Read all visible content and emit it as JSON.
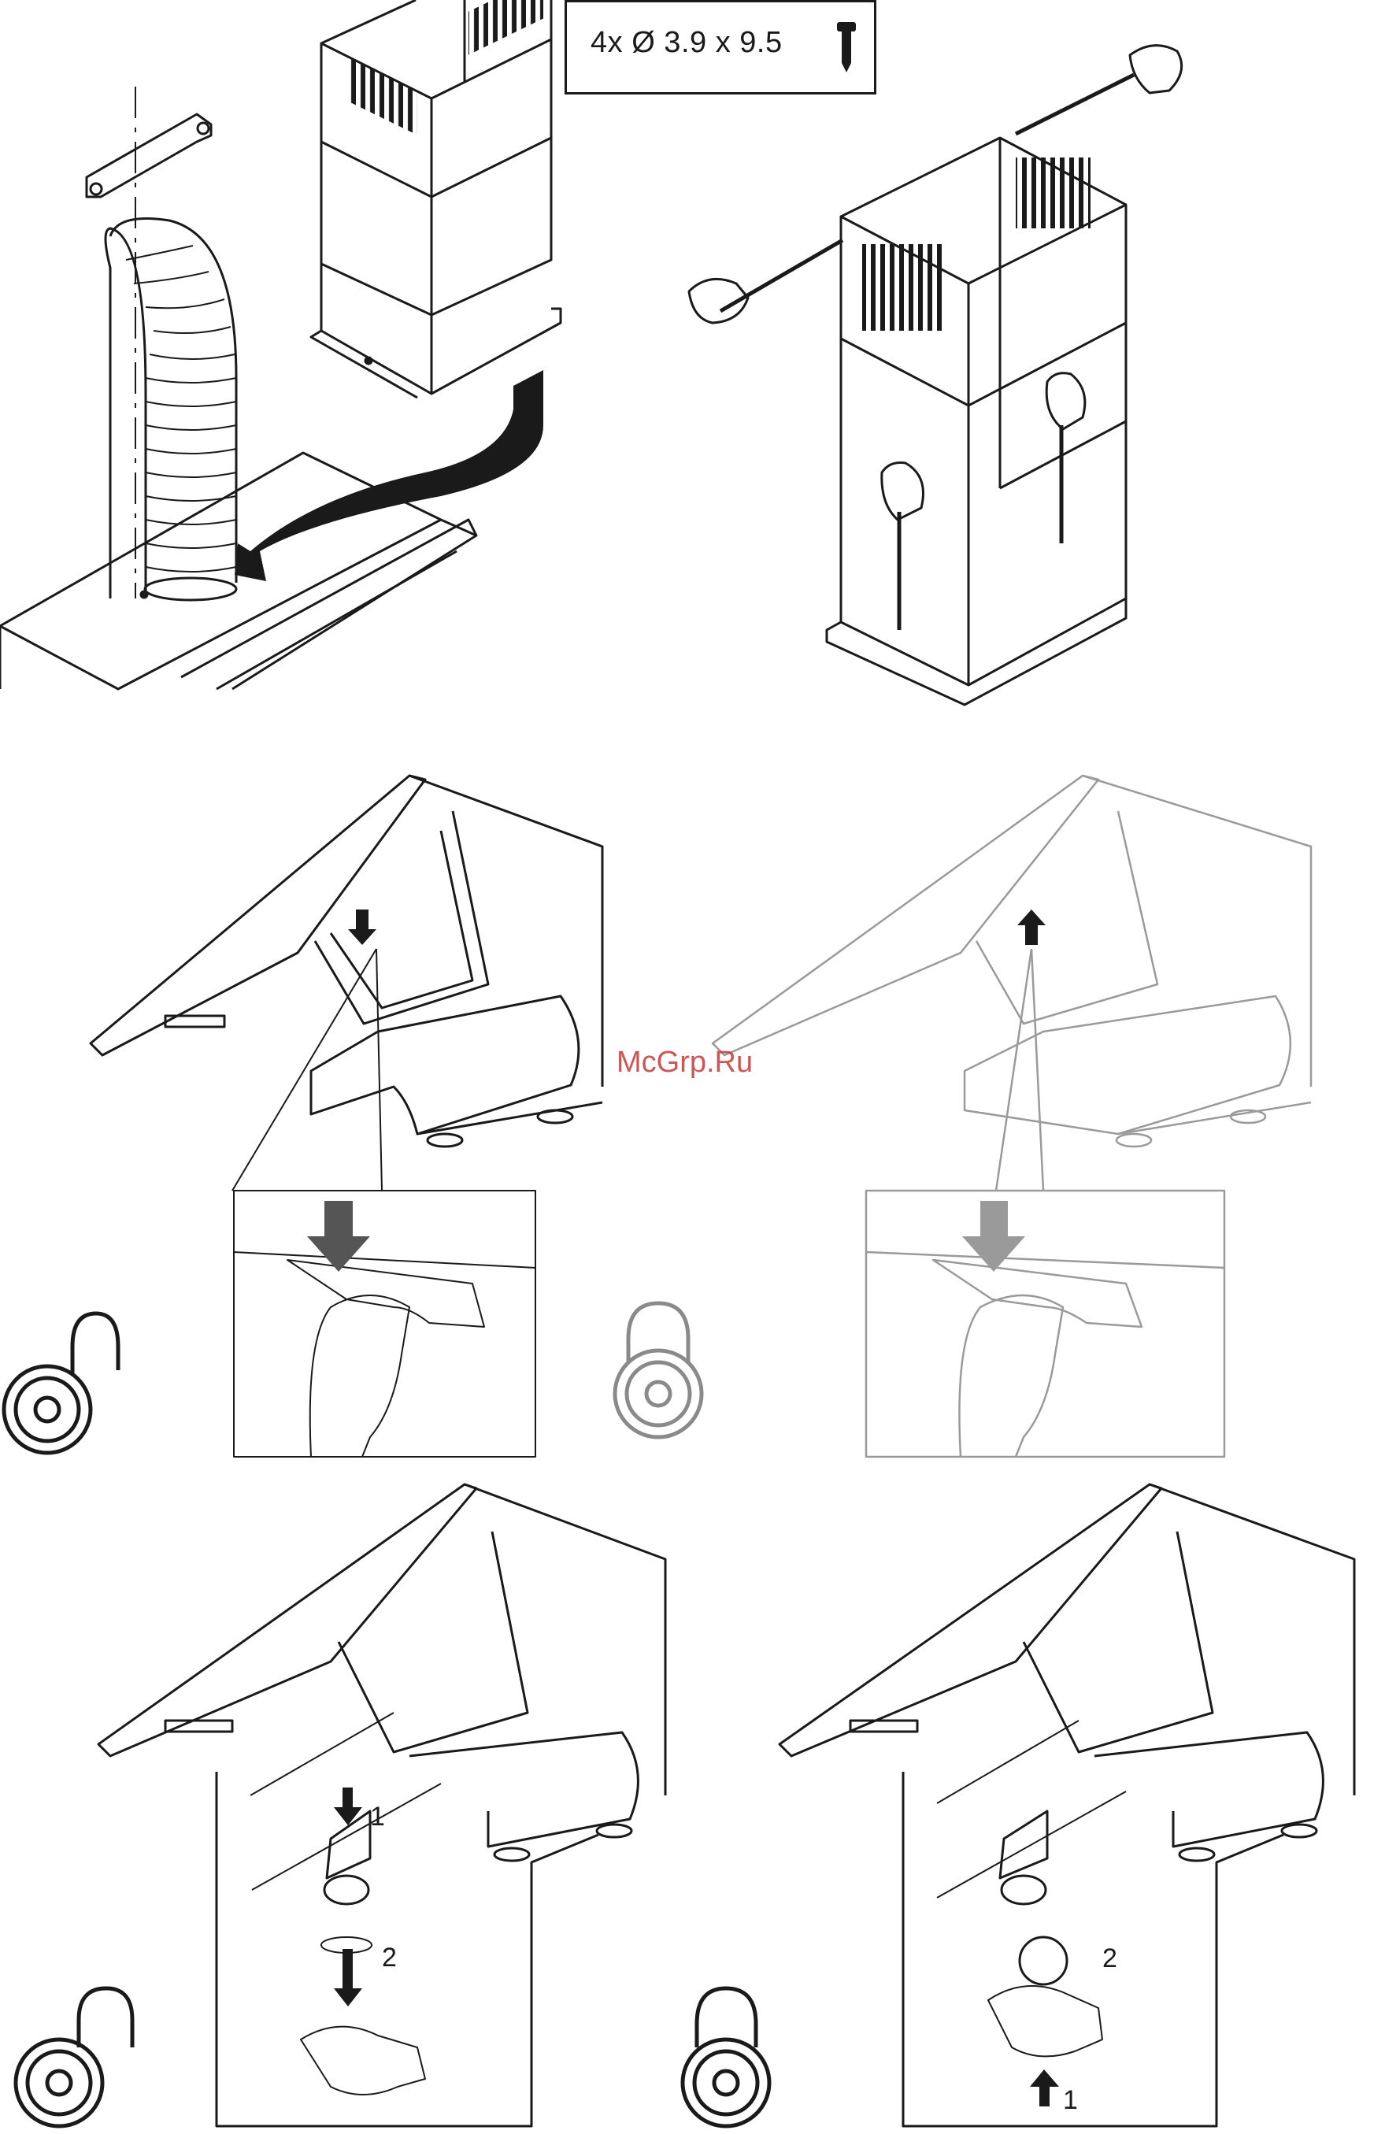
{
  "spec": {
    "screw_label": "4x Ø 3.9 x 9.5",
    "icon": "screw-icon"
  },
  "watermark": {
    "text": "McGrp.Ru"
  },
  "steps": {
    "lock_left": {
      "number_1": "1",
      "number_2": "2"
    },
    "lock_right": {
      "number_1": "1",
      "number_2": "2"
    }
  },
  "icons": {
    "padlock_open": "padlock-open-icon",
    "padlock_closed": "padlock-closed-icon",
    "hand": "hand-icon",
    "screwdriver": "screwdriver-icon",
    "arrow": "arrow-icon"
  },
  "colors": {
    "ink": "#1a1a1a",
    "faded": "#9a9a9a",
    "watermark": "#c23a3a"
  }
}
